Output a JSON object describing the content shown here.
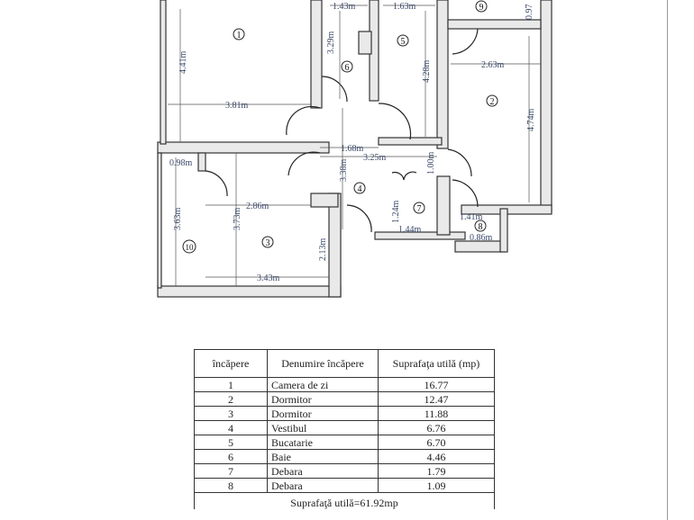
{
  "plan": {
    "rooms": [
      "1",
      "2",
      "3",
      "4",
      "5",
      "6",
      "7",
      "8",
      "9",
      "10"
    ],
    "dimensions": {
      "r6_width": "1.43m",
      "r5_width": "1.63m",
      "r9_side": "0.97",
      "r6_height": "3.29m",
      "r1_height": "4.41m",
      "r5_height": "4.28m",
      "r2_width": "2.63m",
      "r1_width": "3.81m",
      "r2_height": "4.74m",
      "hall_width": "1.68m",
      "hall_length": "3.25m",
      "hall_height": "3.38m",
      "hall_door": "1.00m",
      "r10_width": "0.98m",
      "r10_height": "3.63m",
      "r3_height": "3.73m",
      "r3_width_top": "2.86m",
      "r7_height": "1.24m",
      "r7_width": "1.44m",
      "r8_width": "1.41m",
      "r8_small": "0.86m",
      "r3_side": "2.13m",
      "r3_width_bottom": "3.43m"
    }
  },
  "table": {
    "headers": [
      "încăpere",
      "Denumire încăpere",
      "Suprafaţa utilă (mp)"
    ],
    "rows": [
      [
        "1",
        "Camera de zi",
        "16.77"
      ],
      [
        "2",
        "Dormitor",
        "12.47"
      ],
      [
        "3",
        "Dormitor",
        "11.88"
      ],
      [
        "4",
        "Vestibul",
        "6.76"
      ],
      [
        "5",
        "Bucatarie",
        "6.70"
      ],
      [
        "6",
        "Baie",
        "4.46"
      ],
      [
        "7",
        "Debara",
        "1.79"
      ],
      [
        "8",
        "Debara",
        "1.09"
      ]
    ],
    "total": "Suprafaţă utilă=61.92mp"
  }
}
